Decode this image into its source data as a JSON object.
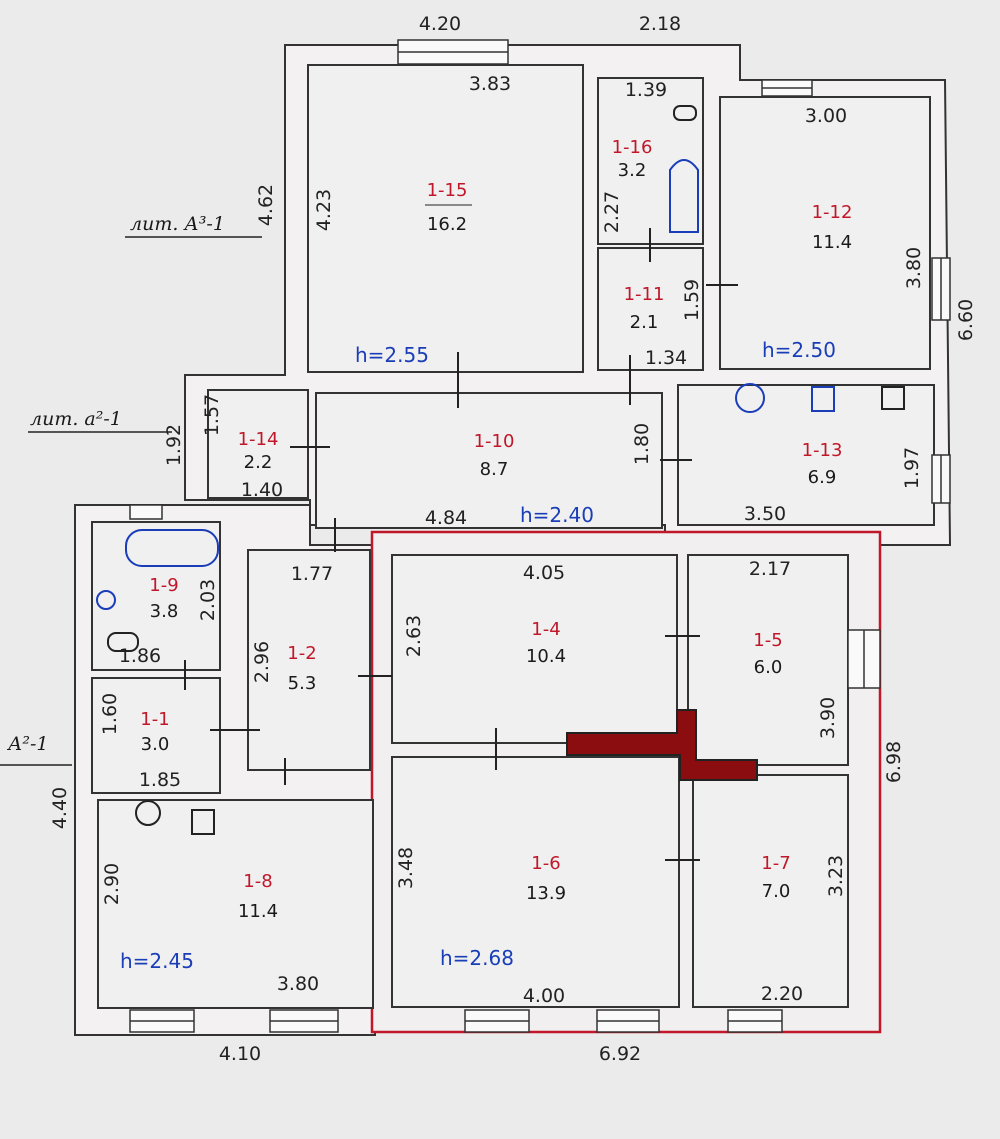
{
  "literals": {
    "a3": "лит. А³-1",
    "a2": "лит. а²-1",
    "A2": "А²-1"
  },
  "rooms": [
    {
      "id": "r15",
      "num": "1-15",
      "area": "16.2"
    },
    {
      "id": "r16",
      "num": "1-16",
      "area": "3.2"
    },
    {
      "id": "r11",
      "num": "1-11",
      "area": "2.1"
    },
    {
      "id": "r12",
      "num": "1-12",
      "area": "11.4"
    },
    {
      "id": "r14",
      "num": "1-14",
      "area": "2.2"
    },
    {
      "id": "r10",
      "num": "1-10",
      "area": "8.7"
    },
    {
      "id": "r13",
      "num": "1-13",
      "area": "6.9"
    },
    {
      "id": "r9",
      "num": "1-9",
      "area": "3.8"
    },
    {
      "id": "r2",
      "num": "1-2",
      "area": "5.3"
    },
    {
      "id": "r4",
      "num": "1-4",
      "area": "10.4"
    },
    {
      "id": "r5",
      "num": "1-5",
      "area": "6.0"
    },
    {
      "id": "r1",
      "num": "1-1",
      "area": "3.0"
    },
    {
      "id": "r6",
      "num": "1-6",
      "area": "13.9"
    },
    {
      "id": "r7",
      "num": "1-7",
      "area": "7.0"
    },
    {
      "id": "r8",
      "num": "1-8",
      "area": "11.4"
    }
  ],
  "heights": {
    "h255": "h=2.55",
    "h250": "h=2.50",
    "h240": "h=2.40",
    "h245": "h=2.45",
    "h268": "h=2.68"
  },
  "dims": {
    "d_420": "4.20",
    "d_218": "2.18",
    "d_383": "3.83",
    "d_139": "1.39",
    "d_300": "3.00",
    "d_462": "4.62",
    "d_423": "4.23",
    "d_227": "2.27",
    "d_159": "1.59",
    "d_380a": "3.80",
    "d_660": "6.60",
    "d_134": "1.34",
    "d_157": "1.57",
    "d_192": "1.92",
    "d_140": "1.40",
    "d_180": "1.80",
    "d_197": "1.97",
    "d_484": "4.84",
    "d_350": "3.50",
    "d_177": "1.77",
    "d_405": "4.05",
    "d_217": "2.17",
    "d_203": "2.03",
    "d_296": "2.96",
    "d_263": "2.63",
    "d_186": "1.86",
    "d_390": "3.90",
    "d_698": "6.98",
    "d_160": "1.60",
    "d_185": "1.85",
    "d_440": "4.40",
    "d_348": "3.48",
    "d_323": "3.23",
    "d_290": "2.90",
    "d_380b": "3.80",
    "d_400": "4.00",
    "d_220": "2.20",
    "d_410": "4.10",
    "d_692": "6.92"
  },
  "colors": {
    "wall_outline": "#333333",
    "red_annotation": "#c0182a",
    "blue_annotation": "#1a3db8",
    "stove": "#8b0d10"
  },
  "icons": [
    "bathtub-icon",
    "washbasin-icon",
    "toilet-icon",
    "sink-icon",
    "stove-icon",
    "boiler-icon",
    "meter-icon"
  ]
}
